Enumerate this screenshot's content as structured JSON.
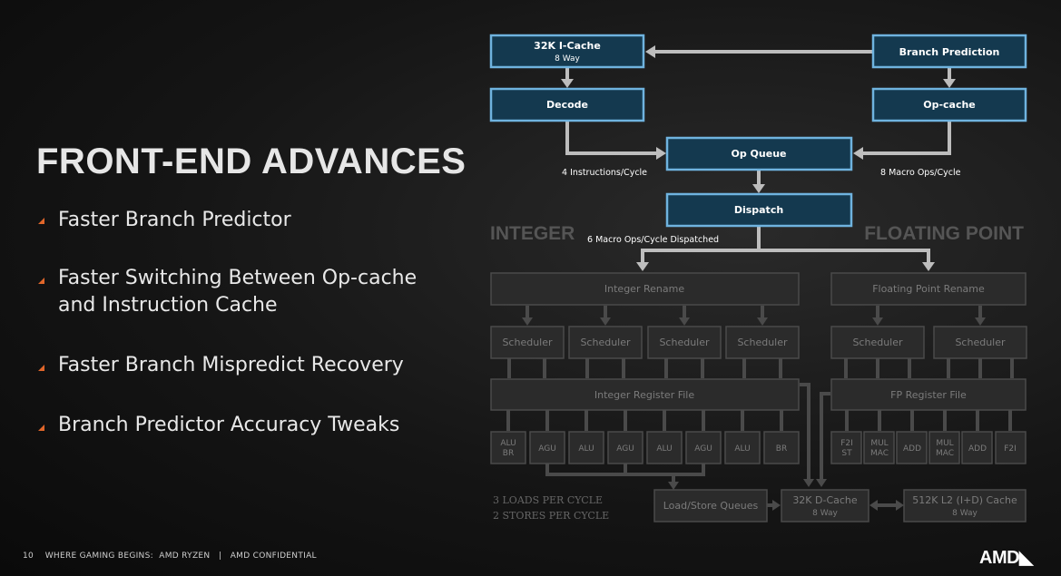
{
  "slide": {
    "title": "FRONT-END ADVANCES",
    "bullets": [
      "Faster Branch Predictor",
      "Faster Switching Between Op-cache\nand Instruction Cache",
      "Faster Branch Mispredict Recovery",
      "Branch Predictor Accuracy Tweaks"
    ],
    "footer": "10    WHERE GAMING BEGINS:  AMD RYZEN   |   AMD CONFIDENTIAL",
    "logo": "AMD◣"
  },
  "diagram": {
    "front_end": {
      "icache": "32K I-Cache",
      "icache_sub": "8 Way",
      "branch_prediction": "Branch Prediction",
      "decode": "Decode",
      "op_cache": "Op-cache",
      "op_queue": "Op Queue",
      "dispatch": "Dispatch",
      "label_decode_rate": "4 Instructions/Cycle",
      "label_opcache_rate": "8 Macro Ops/Cycle",
      "label_dispatch_rate": "6 Macro Ops/Cycle Dispatched"
    },
    "sections": {
      "integer": "INTEGER",
      "floating_point": "FLOATING POINT"
    },
    "integer": {
      "rename": "Integer Rename",
      "schedulers": [
        "Scheduler",
        "Scheduler",
        "Scheduler",
        "Scheduler"
      ],
      "register_file": "Integer Register File",
      "units": [
        [
          "ALU",
          "BR"
        ],
        [
          "AGU"
        ],
        [
          "ALU"
        ],
        [
          "AGU"
        ],
        [
          "ALU"
        ],
        [
          "AGU"
        ],
        [
          "ALU"
        ],
        [
          "BR"
        ]
      ]
    },
    "fp": {
      "rename": "Floating Point Rename",
      "schedulers": [
        "Scheduler",
        "Scheduler"
      ],
      "register_file": "FP Register File",
      "units": [
        [
          "F2I",
          "ST"
        ],
        [
          "MUL",
          "MAC"
        ],
        [
          "ADD"
        ],
        [
          "MUL",
          "MAC"
        ],
        [
          "ADD"
        ],
        [
          "F2I"
        ]
      ]
    },
    "memory": {
      "load_store": "Load/Store Queues",
      "dcache": "32K D-Cache",
      "dcache_sub": "8 Way",
      "l2": "512K L2 (I+D) Cache",
      "l2_sub": "8 Way",
      "note_loads": "3 LOADS PER CYCLE",
      "note_stores": "2 STORES PER CYCLE"
    }
  }
}
